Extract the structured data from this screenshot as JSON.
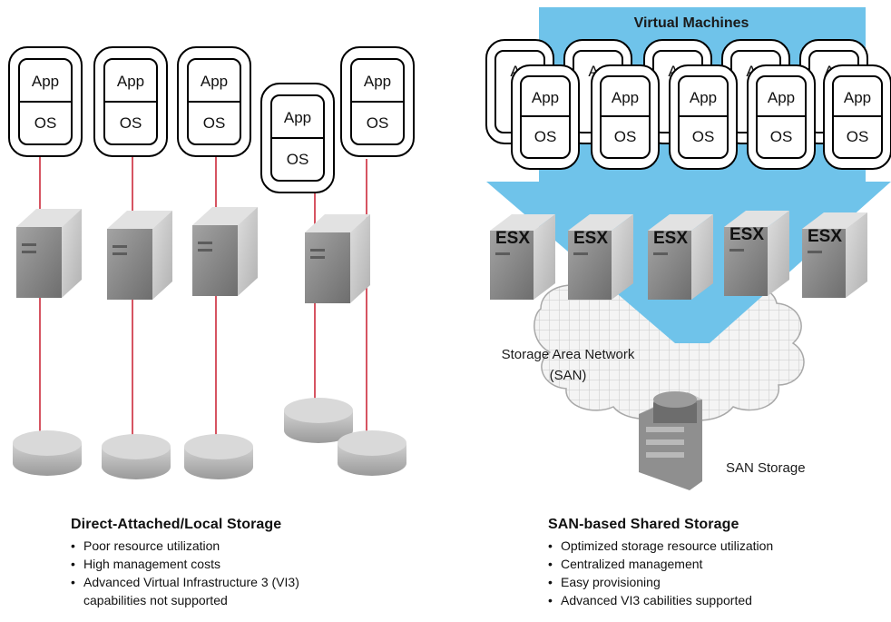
{
  "left": {
    "vms": [
      {
        "app": "App",
        "os": "OS"
      },
      {
        "app": "App",
        "os": "OS"
      },
      {
        "app": "App",
        "os": "OS"
      },
      {
        "app": "App",
        "os": "OS"
      },
      {
        "app": "App",
        "os": "OS"
      }
    ],
    "title": "Direct-Attached/Local Storage",
    "bullets": [
      "Poor resource utilization",
      "High management costs",
      "Advanced Virtual Infrastructure 3 (VI3)\ncapabilities not supported"
    ]
  },
  "right": {
    "band_title": "Virtual Machines",
    "back_vm_app": "A",
    "vms": [
      {
        "app": "App",
        "os": "OS"
      },
      {
        "app": "App",
        "os": "OS"
      },
      {
        "app": "App",
        "os": "OS"
      },
      {
        "app": "App",
        "os": "OS"
      },
      {
        "app": "App",
        "os": "OS"
      }
    ],
    "esx_hosts": [
      "ESX",
      "ESX",
      "ESX",
      "ESX",
      "ESX"
    ],
    "san_label_line1": "Storage Area Network",
    "san_label_line2": "(SAN)",
    "storage_label": "SAN Storage",
    "title": "SAN-based Shared Storage",
    "bullets": [
      "Optimized storage resource utilization",
      "Centralized management",
      "Easy provisioning",
      "Advanced VI3 cabilities supported"
    ]
  },
  "colors": {
    "link_line": "#cc2a3a",
    "band": "#6fc3ea",
    "server_front": "#8d8d8d",
    "server_side": "#c9c9c9",
    "disk": "#b4b4b4"
  }
}
